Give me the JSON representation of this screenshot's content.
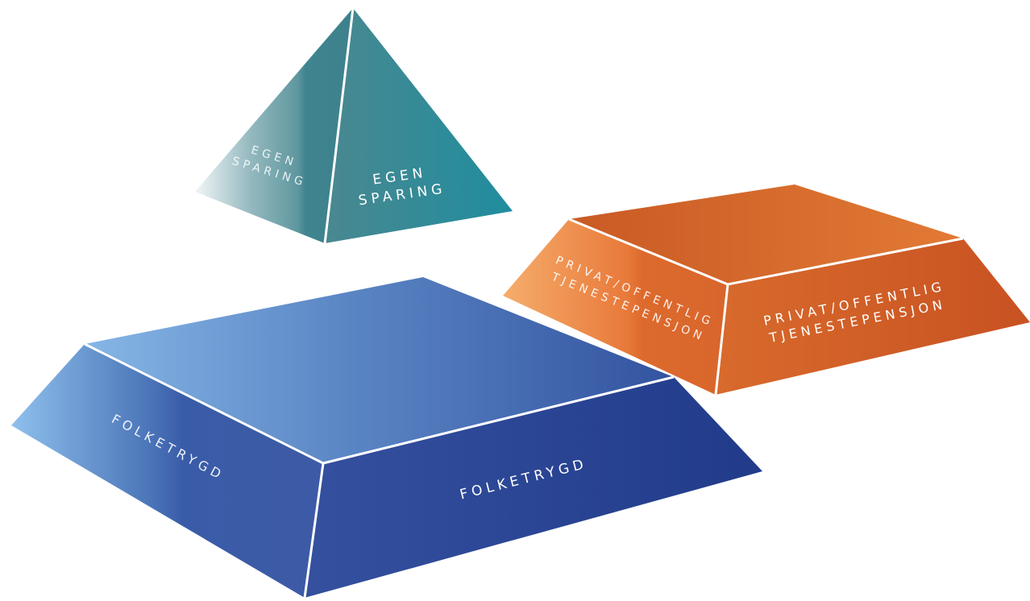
{
  "pillars": {
    "top": {
      "left_label_line1": "EGEN",
      "left_label_line2": "SPARING",
      "right_label_line1": "EGEN",
      "right_label_line2": "SPARING"
    },
    "middle": {
      "left_label_line1": "PRIVAT/OFFENTLIG",
      "left_label_line2": "TJENESTEPENSJON",
      "right_label_line1": "PRIVAT/OFFENTLIG",
      "right_label_line2": "TJENESTEPENSJON"
    },
    "base": {
      "left_label": "FOLKETRYGD",
      "right_label": "FOLKETRYGD"
    }
  },
  "colors": {
    "teal": "#2e8c98",
    "orange": "#d9622a",
    "blue": "#2f4a9a"
  }
}
